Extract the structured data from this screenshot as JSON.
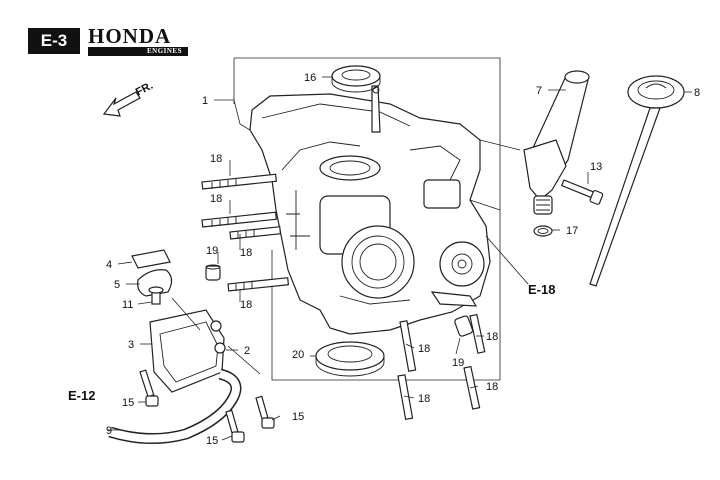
{
  "header": {
    "section": "E-3",
    "brand": "HONDA",
    "brand_sub": "ENGINES"
  },
  "direction": {
    "label": "FR."
  },
  "refs": {
    "e18": "E-18",
    "e12": "E-12"
  },
  "callouts": [
    {
      "id": "c1",
      "text": "1"
    },
    {
      "id": "c2",
      "text": "2"
    },
    {
      "id": "c3",
      "text": "3"
    },
    {
      "id": "c4",
      "text": "4"
    },
    {
      "id": "c5",
      "text": "5"
    },
    {
      "id": "c7",
      "text": "7"
    },
    {
      "id": "c8",
      "text": "8"
    },
    {
      "id": "c9",
      "text": "9"
    },
    {
      "id": "c11",
      "text": "11"
    },
    {
      "id": "c13",
      "text": "13"
    },
    {
      "id": "c15a",
      "text": "15"
    },
    {
      "id": "c15b",
      "text": "15"
    },
    {
      "id": "c15c",
      "text": "15"
    },
    {
      "id": "c16",
      "text": "16"
    },
    {
      "id": "c17",
      "text": "17"
    },
    {
      "id": "c18a",
      "text": "18"
    },
    {
      "id": "c18b",
      "text": "18"
    },
    {
      "id": "c18c",
      "text": "18"
    },
    {
      "id": "c18d",
      "text": "18"
    },
    {
      "id": "c18e",
      "text": "18"
    },
    {
      "id": "c18f",
      "text": "18"
    },
    {
      "id": "c18g",
      "text": "18"
    },
    {
      "id": "c18h",
      "text": "18"
    },
    {
      "id": "c19a",
      "text": "19"
    },
    {
      "id": "c19b",
      "text": "19"
    },
    {
      "id": "c20",
      "text": "20"
    }
  ]
}
